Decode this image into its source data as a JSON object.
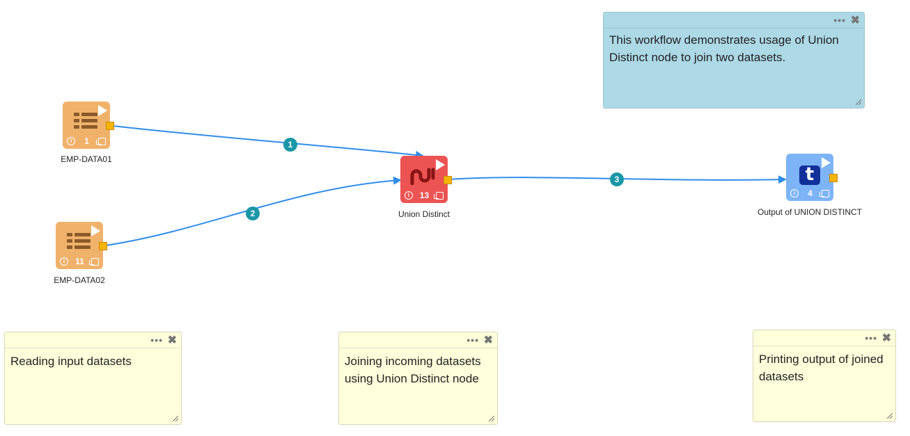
{
  "nodes": {
    "emp1": {
      "label": "EMP-DATA01",
      "id": "1"
    },
    "emp2": {
      "label": "EMP-DATA02",
      "id": "11"
    },
    "union": {
      "label": "Union Distinct",
      "id": "13"
    },
    "output": {
      "label": "Output of UNION DISTINCT",
      "id": "4"
    }
  },
  "edges": [
    {
      "label": "1"
    },
    {
      "label": "2"
    },
    {
      "label": "3"
    }
  ],
  "notes": {
    "description": "This workflow demonstrates usage of Union Distinct node to join two datasets.",
    "reading": "Reading input datasets",
    "joining": "Joining incoming datasets using Union Distinct node",
    "printing": "Printing output of joined datasets",
    "menu_icon": "•••",
    "close_icon": "✖"
  },
  "colors": {
    "dataset_node": "#f0b26b",
    "union_node": "#ec5454",
    "output_node": "#7db4f7",
    "edge": "#2e8de8",
    "edge_badge": "#1a97a7",
    "sticky_note": "#ffffdc",
    "description_note": "#add8e6",
    "port": "#f5b400"
  }
}
